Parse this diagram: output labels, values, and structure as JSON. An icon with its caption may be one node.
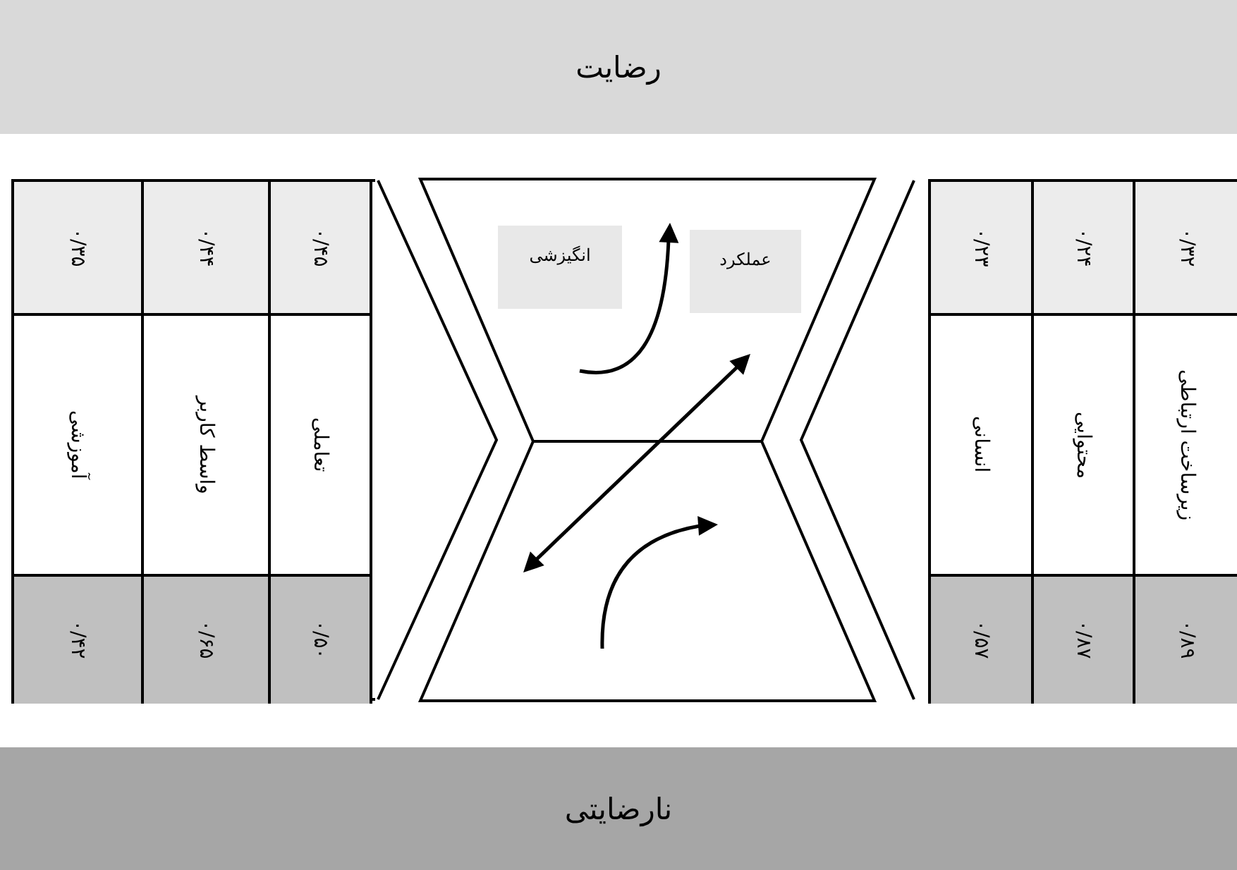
{
  "diagram": {
    "nodes": [
      {
        "text": [
          "رضایت"
        ]
      },
      {
        "text": [],
        "shape": "trapezoid"
      },
      {
        "text": [
          "انگیزشی"
        ],
        "in": 1
      },
      {
        "text": [
          "عملکرد"
        ],
        "in": 1
      },
      {
        "text": [],
        "shape": "trapezoid"
      },
      {
        "text": [
          "نارضایتی"
        ]
      }
    ],
    "edges": [],
    "labels": [
      "۰/۴۵",
      "۰/۴۴",
      "۰/۳۵",
      "تعاملی",
      "واسط کاربر",
      "آموزشی",
      "۰/۵۰",
      "۰/۶۵",
      "۰/۴۲",
      "۰/۳۲",
      "۰/۲۴",
      "۰/۲۳",
      "زیرساخت ارتباطی",
      "محتوایی",
      "انسانی",
      "۰/۸۹",
      "۰/۸۷",
      "۰/۵۷"
    ]
  }
}
